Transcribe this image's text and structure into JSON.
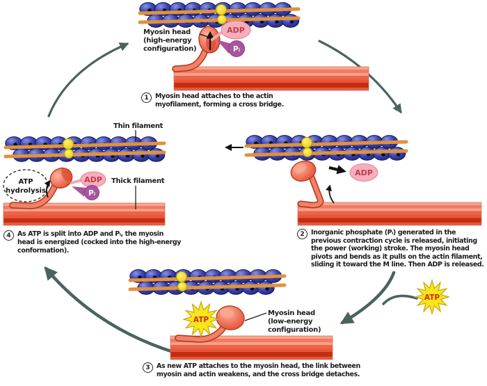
{
  "labels": {
    "thin_filament": "Thin filament",
    "thick_filament": "Thick filament",
    "adp": "ADP",
    "pi": "Pᵢ",
    "atp": "ATP",
    "atp_hydrolysis": [
      "ATP",
      "hydrolysis"
    ],
    "myosin_head_high": [
      "Myosin head",
      "(high-energy",
      "configuration)"
    ],
    "myosin_head_low": [
      "Myosin head",
      "(low-energy",
      "configuration)"
    ]
  },
  "steps": [
    {
      "num": "1",
      "lines": [
        "Myosin head attaches to the actin",
        "myofilament, forming a cross bridge."
      ]
    },
    {
      "num": "2",
      "lines": [
        "Inorganic phosphate (Pᵢ) generated in the",
        "previous contraction cycle is released, initiating",
        "the power (working) stroke. The myosin head",
        "pivots and bends as it pulls on the actin filament,",
        "sliding it toward the M line. Then ADP is released."
      ]
    },
    {
      "num": "3",
      "lines": [
        "As new ATP attaches to the myosin head, the link between",
        "myosin and actin weakens, and the cross bridge detaches."
      ]
    },
    {
      "num": "4",
      "lines": [
        "As ATP is split into ADP and Pᵢ, the myosin",
        "head is energized (cocked into the high-energy",
        "conformation)."
      ]
    }
  ],
  "colors": {
    "actin_bead": "#3a43ad",
    "tropomyosin": "#e0913f",
    "troponin": "#f2d41d",
    "myosin": "#ee7157",
    "thick_filament": "#e05a3c",
    "adp_fill": "#f6aebc",
    "adp_text": "#c23b4e",
    "pi_fill": "#a9559f",
    "atp_fill": "#f8e51c",
    "atp_text": "#d42a12",
    "cycle_arrow": "#4a635f",
    "text": "#1b1b1b"
  }
}
